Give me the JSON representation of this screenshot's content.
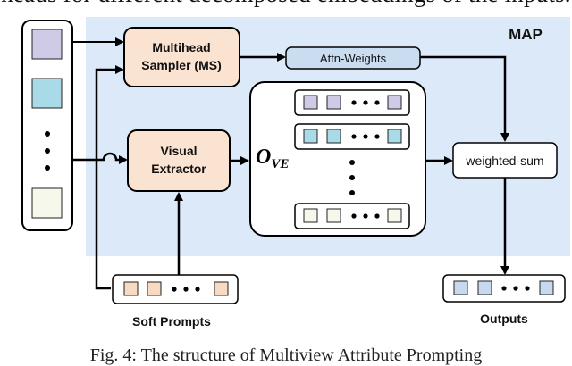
{
  "caption_top": "heads for different decomposed embeddings of the inputs.",
  "caption_bottom": "Fig. 4: The structure of Multiview Attribute Prompting",
  "map_label": "MAP",
  "nodes": {
    "multihead_sampler": {
      "line1": "Multihead",
      "line2": "Sampler (MS)"
    },
    "visual_extractor": {
      "line1": "Visual",
      "line2": "Extractor"
    },
    "attn_weights": "Attn-Weights",
    "weighted_sum": "weighted-sum",
    "ove": {
      "main": "O",
      "sub": "VE"
    },
    "soft_prompts": "Soft Prompts",
    "outputs": "Outputs"
  },
  "colors": {
    "map_region": "#dce9f8",
    "orange_box": "#fbe3d1",
    "attn_box": "#c9dcf0",
    "token_purple": "#cfcbe6",
    "token_cyan": "#a8dbe7",
    "token_cream": "#f6f8ec",
    "token_orange": "#f8d9c2",
    "token_blue": "#c6d9ef",
    "token_gray": "#e9ecef"
  }
}
